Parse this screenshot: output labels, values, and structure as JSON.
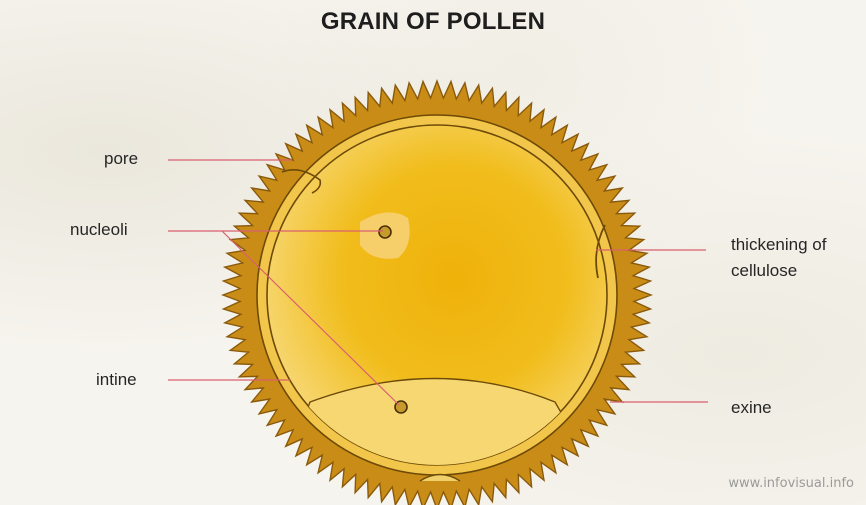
{
  "title": "GRAIN OF POLLEN",
  "labels": {
    "pore": "pore",
    "nucleoli": "nucleoli",
    "intine": "intine",
    "thickening_line1": "thickening of",
    "thickening_line2": "cellulose",
    "exine": "exine"
  },
  "watermark": "www.infovisual.info",
  "colors": {
    "exine": "#c98d17",
    "exine_edge": "#8a5a0c",
    "interior": "#f0b80f",
    "leader_line": "#d9606e",
    "background": "#f6f4ee"
  }
}
